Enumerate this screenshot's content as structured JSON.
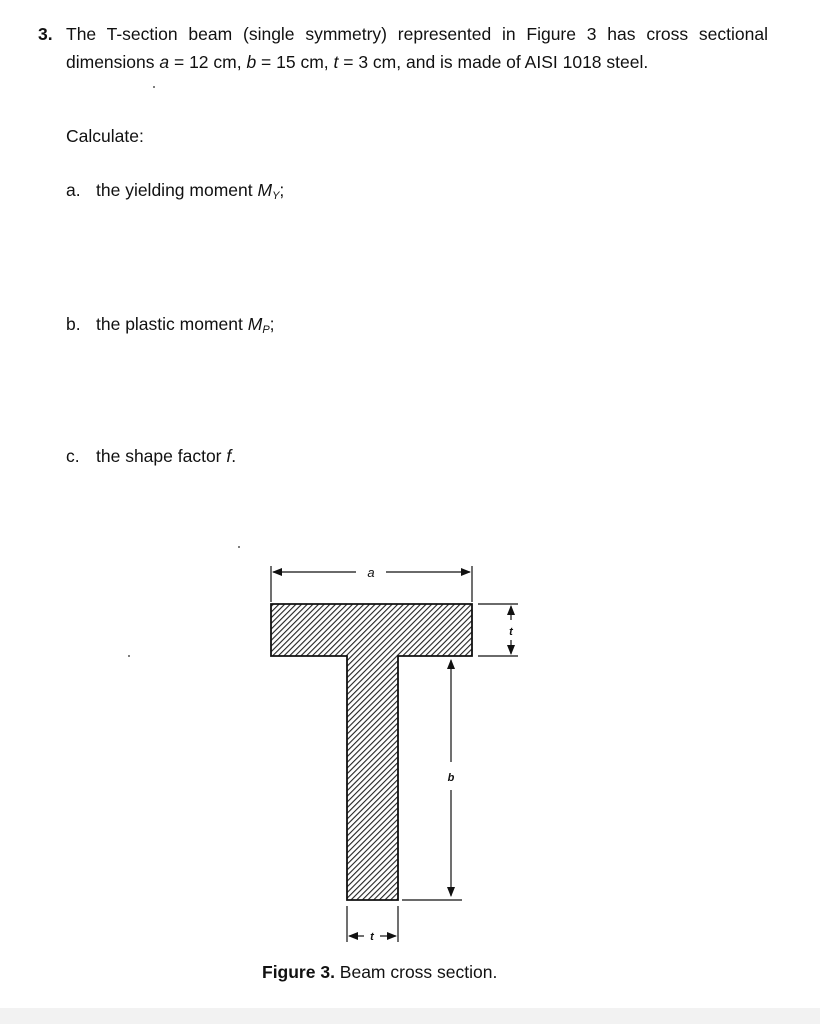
{
  "problem": {
    "number": "3.",
    "text_1": "The T-section beam (single symmetry) represented in Figure 3 has cross sectional dimensions ",
    "var_a": "a",
    "eq_a": " = 12 cm, ",
    "var_b": "b",
    "eq_b": " = 15 cm, ",
    "var_t": "t",
    "eq_t": " = 3 cm, and is made of AISI 1018 steel."
  },
  "calculate_label": "Calculate:",
  "parts": [
    {
      "label": "a.",
      "text": "the yielding moment ",
      "symbol": "M",
      "sub": "Y",
      "end": ";"
    },
    {
      "label": "b.",
      "text": "the plastic moment ",
      "symbol": "M",
      "sub": "P",
      "end": ";"
    },
    {
      "label": "c.",
      "text": "the shape factor ",
      "symbol": "f",
      "sub": "",
      "end": "."
    }
  ],
  "figure": {
    "dim_a": "a",
    "dim_b": "b",
    "dim_t_flange": "t",
    "dim_t_web": "t"
  },
  "caption": {
    "bold": "Figure 3.",
    "text": " Beam cross section."
  },
  "colors": {
    "text": "#111111",
    "hatch": "#222222"
  }
}
